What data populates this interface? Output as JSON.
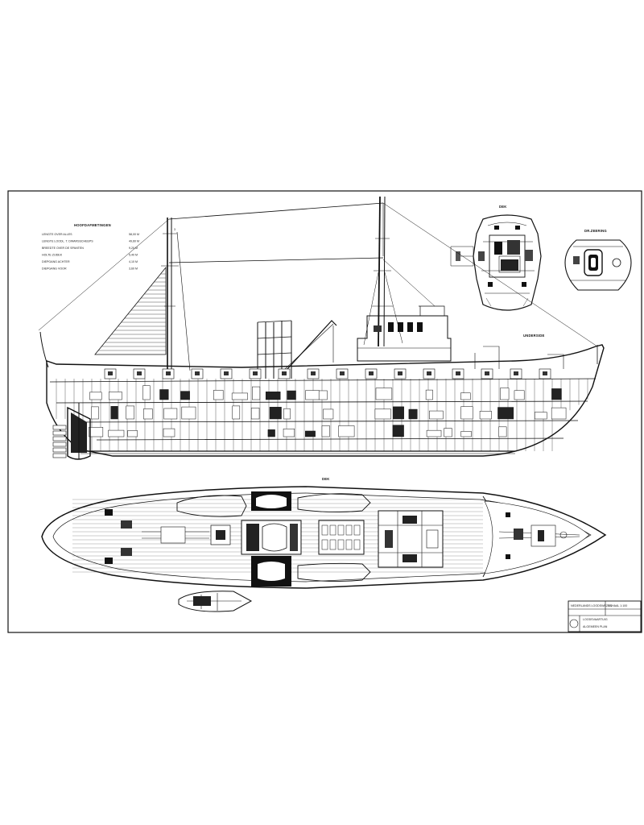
{
  "drawing": {
    "view_labels": {
      "profile": "UNDERSIDE",
      "plan": "DEK",
      "bridge_deck": "DEK",
      "section": "DR.ZEERING"
    },
    "particulars_table": {
      "title": "HOOFDAFMETINGEN",
      "rows": [
        {
          "label": "LENGTE OVER ALLES",
          "value": "58,00 M"
        },
        {
          "label": "LENGTE LOODL. T. DWARSSCHEEPS",
          "value": "49,60 M"
        },
        {
          "label": "BREEDTE OVER DE SPANTEN",
          "value": "9,20 M"
        },
        {
          "label": "HOLTE ZIJDEK",
          "value": "5,40 M"
        },
        {
          "label": "DIEPGANG ACHTER",
          "value": "4,10 M"
        },
        {
          "label": "DIEPGANG VOOR",
          "value": "3,60 M"
        }
      ]
    },
    "title_block": {
      "line1": "NEDERLANDS LOODSWEZEN",
      "line2": "LOODSVAARTUIG",
      "line3": "ALGEMEEN PLAN",
      "scale": "SCHAAL 1:100"
    }
  }
}
